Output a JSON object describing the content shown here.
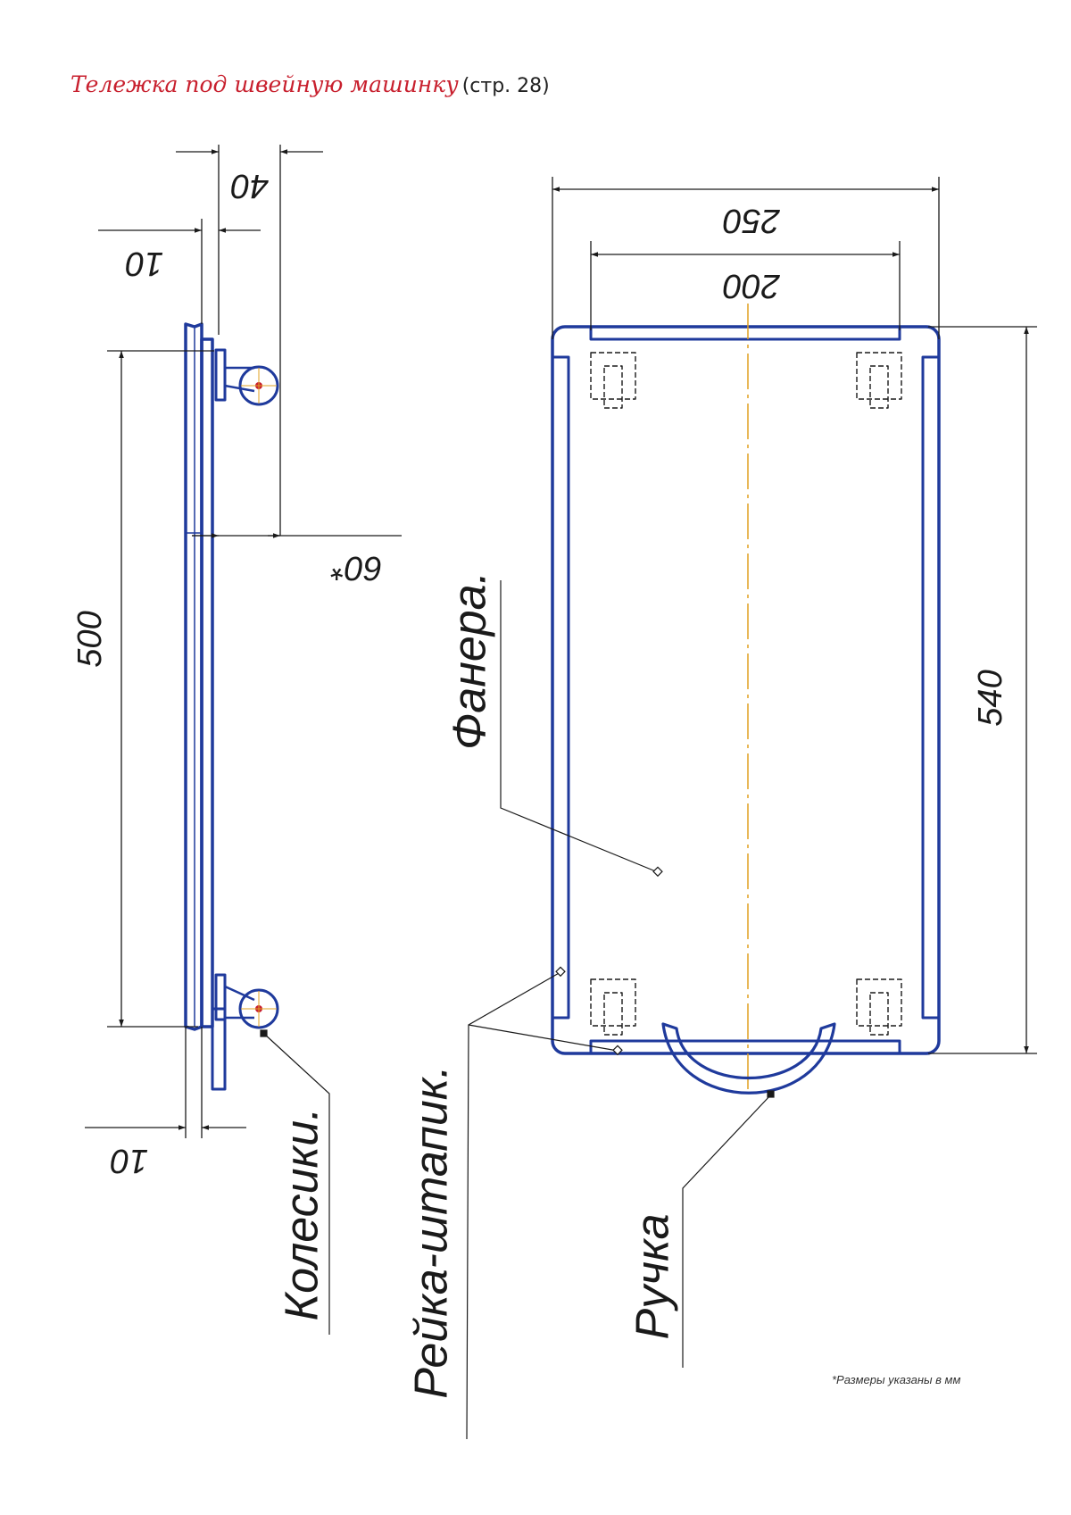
{
  "header": {
    "title": "Тележка под швейную машинку",
    "page_ref": "(стр. 28)"
  },
  "dimensions": {
    "d40": "40",
    "d10_top": "10",
    "d60": "60*",
    "d500": "500",
    "d10_bottom": "10",
    "d250": "250",
    "d200": "200",
    "d540": "540"
  },
  "labels": {
    "plywood": "Фанера.",
    "wheels": "Колесики.",
    "strip": "Рейка-штапик.",
    "handle": "Ручка"
  },
  "footnote": "*Размеры указаны в мм",
  "colors": {
    "outline": "#1f3a9c",
    "axis": "#e0a020",
    "accent": "#c8202e"
  }
}
